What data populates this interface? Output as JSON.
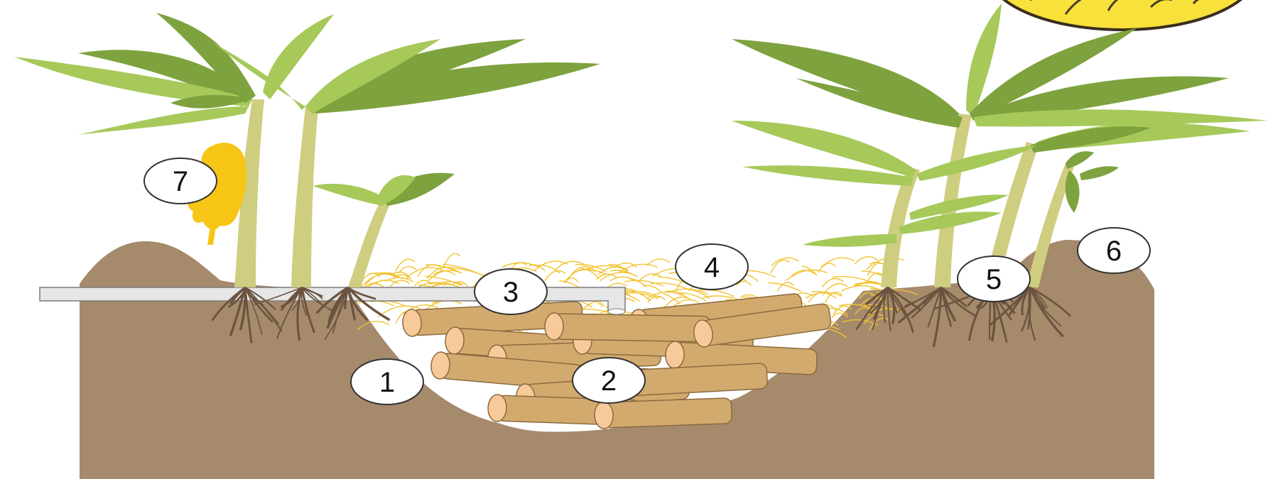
{
  "colors": {
    "soil": "#a58a6c",
    "cavity": "#ffffff",
    "pipe": "#e6e6e6",
    "pipe_edge": "#7a7a7a",
    "log": "#d3aa6e",
    "log_edge": "#8a6a3e",
    "log_end": "#f8c99a",
    "straw": "#f2c230",
    "leaf_dark": "#7ea23e",
    "leaf_light": "#a6c95a",
    "stem": "#cfcd80",
    "root": "#6b5340",
    "fruit": "#f7c515",
    "sun": "#f7e13a",
    "label_fill": "#ffffff",
    "label_stroke": "#333333"
  },
  "labels": [
    {
      "id": "soil",
      "text": "1"
    },
    {
      "id": "logs",
      "text": "2"
    },
    {
      "id": "pipe",
      "text": "3"
    },
    {
      "id": "mulch",
      "text": "4"
    },
    {
      "id": "roots",
      "text": "5"
    },
    {
      "id": "mound",
      "text": "6"
    },
    {
      "id": "fruit",
      "text": "7"
    }
  ]
}
